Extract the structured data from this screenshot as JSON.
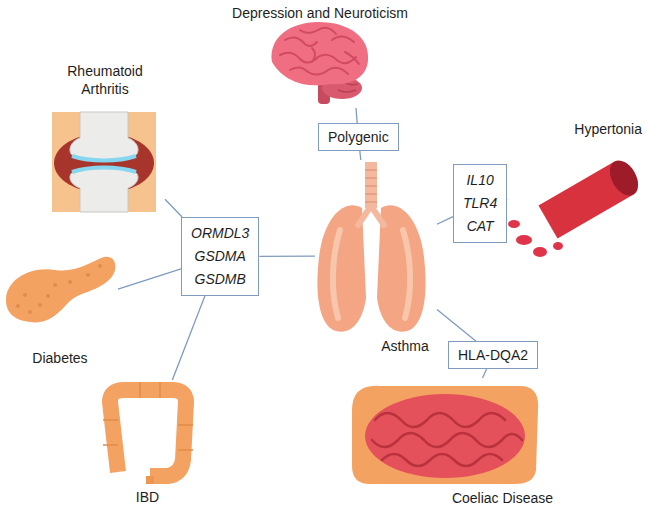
{
  "diagram": {
    "nodes": [
      {
        "text": [
          "Depression and Neuroticism"
        ]
      },
      {
        "text": [
          "Polygenic"
        ]
      },
      {
        "text": [
          "Rheumatoid Arthritis"
        ]
      },
      {
        "text": [
          "ORMDL3",
          "GSDMA",
          "GSDMB"
        ]
      },
      {
        "text": [
          "IL10",
          "TLR4",
          "CAT"
        ]
      },
      {
        "text": [
          "Hypertonia"
        ]
      },
      {
        "text": [
          "Diabetes"
        ]
      },
      {
        "text": [
          "Asthma"
        ]
      },
      {
        "text": [
          "HLA-DQA2"
        ]
      },
      {
        "text": [
          "IBD"
        ]
      },
      {
        "text": [
          "Coeliac Disease"
        ]
      }
    ],
    "edges": [
      {
        "from": 7,
        "to": 1,
        "arrow": "none"
      },
      {
        "from": 1,
        "to": 0,
        "arrow": "none"
      },
      {
        "from": 7,
        "to": 3,
        "arrow": "none"
      },
      {
        "from": 3,
        "to": 2,
        "arrow": "none"
      },
      {
        "from": 3,
        "to": 6,
        "arrow": "none"
      },
      {
        "from": 3,
        "to": 9,
        "arrow": "none"
      },
      {
        "from": 7,
        "to": 4,
        "arrow": "none"
      },
      {
        "from": 4,
        "to": 5,
        "arrow": "none"
      },
      {
        "from": 7,
        "to": 8,
        "arrow": "none"
      },
      {
        "from": 8,
        "to": 10,
        "arrow": "none"
      }
    ]
  }
}
